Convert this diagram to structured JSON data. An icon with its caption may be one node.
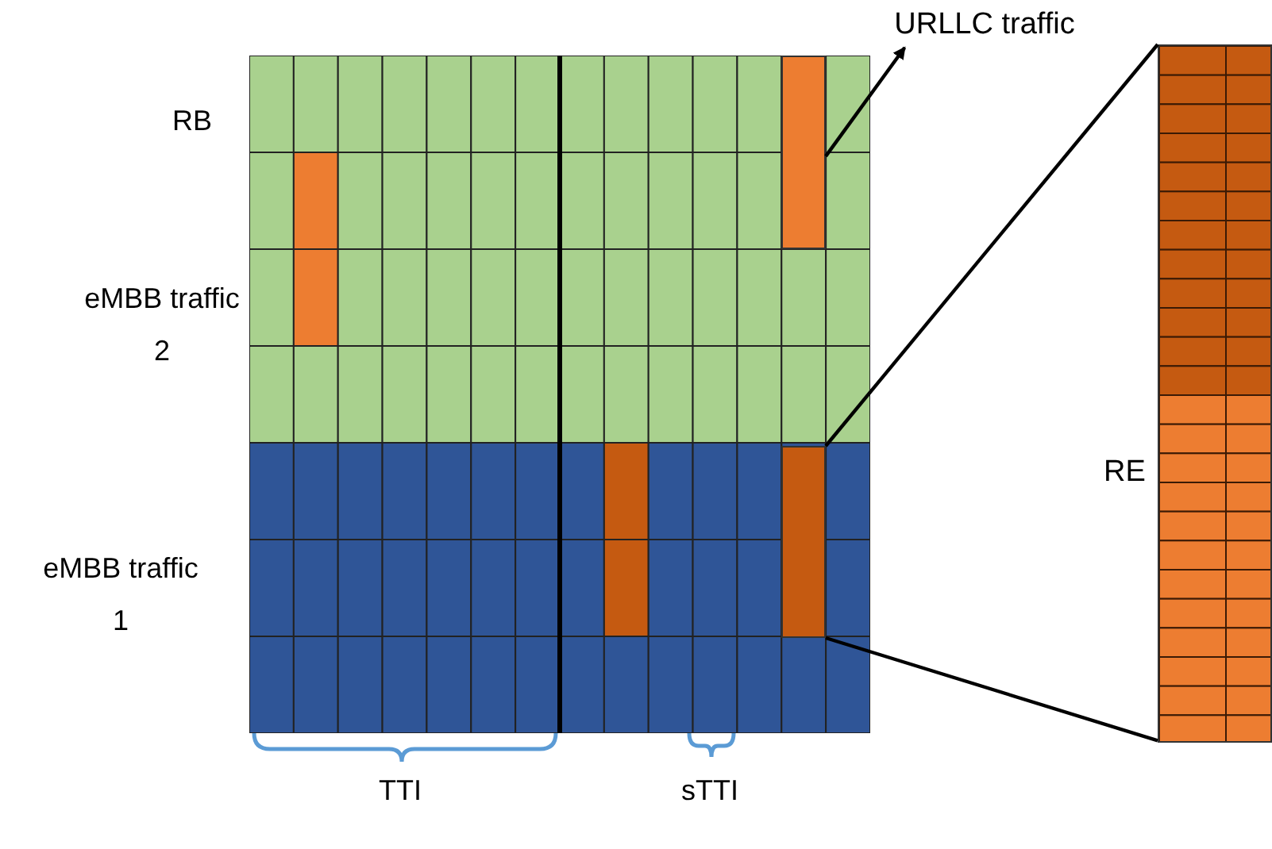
{
  "diagram": {
    "nodes": [
      {
        "text": [
          "URLLC traffic"
        ]
      },
      {
        "text": [],
        "shape": "box"
      },
      {
        "text": [],
        "shape": "box"
      },
      {
        "text": [],
        "shape": "box",
        "beside": [
          "RE"
        ]
      }
    ],
    "edges": [
      {
        "from": 1,
        "to": 0,
        "arrow": "to"
      },
      {
        "from": 2,
        "to": 3,
        "arrow": "none"
      },
      {
        "from": 2,
        "to": 3,
        "arrow": "none"
      }
    ],
    "labels": [
      "RB",
      "eMBB traffic 2",
      "eMBB traffic 1",
      "TTI",
      "sTTI"
    ]
  }
}
